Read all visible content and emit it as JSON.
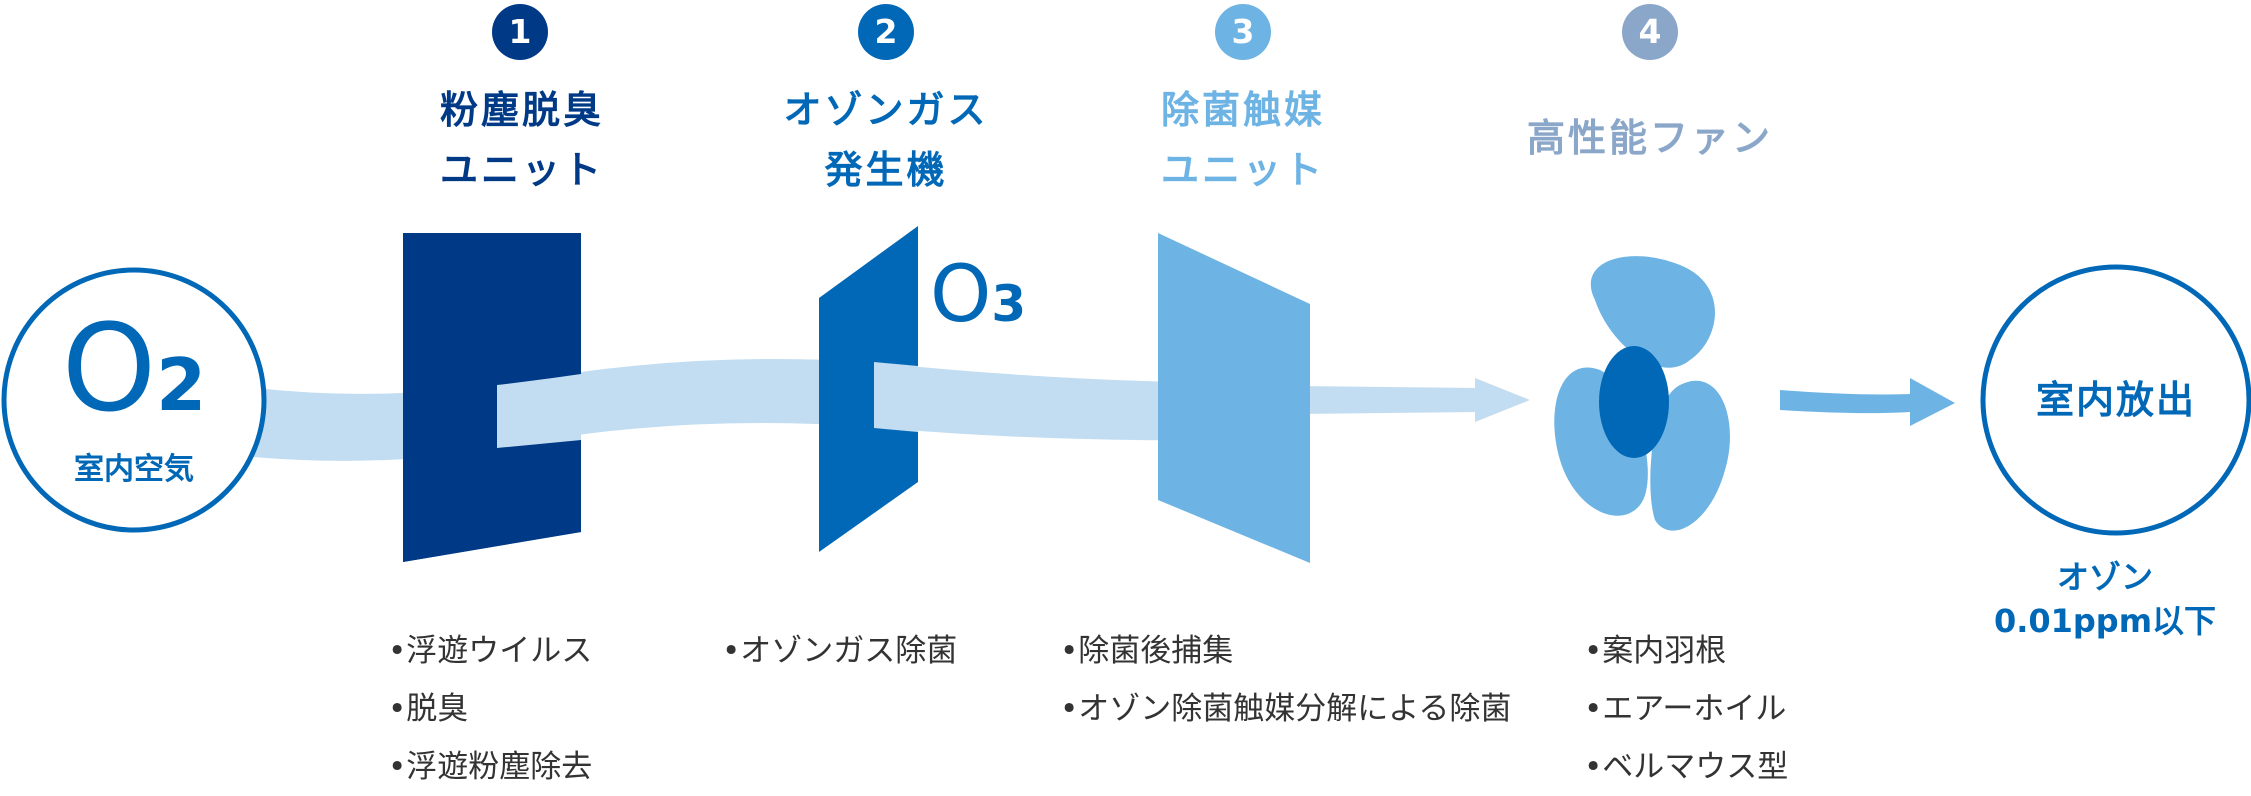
{
  "colors": {
    "navy": "#003a87",
    "blue": "#0068b7",
    "light_blue": "#6db3e4",
    "slate": "#8aa6c8",
    "stream": "#c2ddf1",
    "text_dark": "#333333"
  },
  "input": {
    "big": "O",
    "sub": "2",
    "label": "室内空気"
  },
  "ozone": {
    "big": "O",
    "sub": "3"
  },
  "output": {
    "label": "室内放出",
    "note_line1": "オゾン",
    "note_line2": "0.01ppm以下"
  },
  "steps": [
    {
      "number": "1",
      "title_line1": "粉塵脱臭",
      "title_line2": "ユニット",
      "features": [
        "•浮遊ウイルス",
        "•脱臭",
        "•浮遊粉塵除去"
      ]
    },
    {
      "number": "2",
      "title_line1": "オゾンガス",
      "title_line2": "発生機",
      "features": [
        "•オゾンガス除菌"
      ]
    },
    {
      "number": "3",
      "title_line1": "除菌触媒",
      "title_line2": "ユニット",
      "features": [
        "•除菌後捕集",
        "•オゾン除菌触媒分解による除菌"
      ]
    },
    {
      "number": "4",
      "title_line1": "高性能ファン",
      "title_line2": "",
      "features": [
        "•案内羽根",
        "•エアーホイル",
        "•ベルマウス型"
      ]
    }
  ]
}
